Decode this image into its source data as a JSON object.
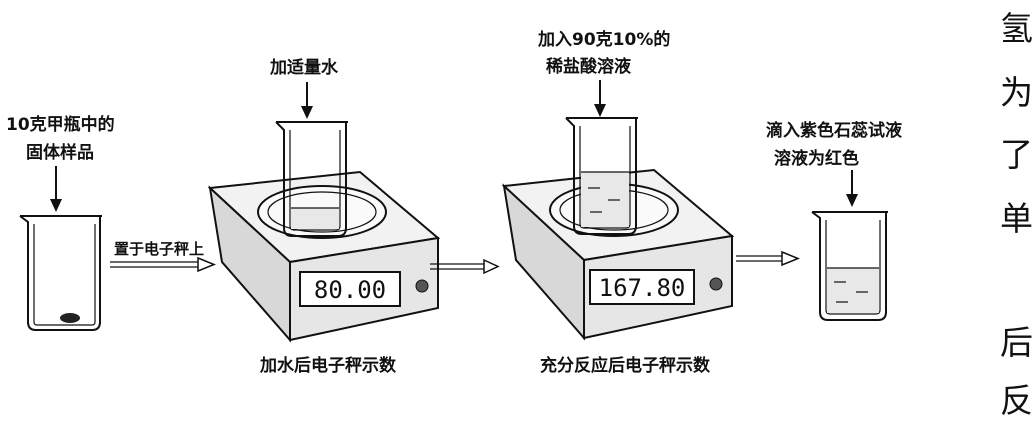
{
  "labels": {
    "step1_line1": "10克甲瓶中的",
    "step1_line2": "固体样品",
    "place_on_scale": "置于电子秤上",
    "add_water": "加适量水",
    "add_acid_line1": "加入90克10%的",
    "add_acid_line2": "稀盐酸溶液",
    "litmus_line1": "滴入紫色石蕊试液",
    "litmus_line2": "溶液为红色",
    "scale1_caption": "加水后电子秤示数",
    "scale2_caption": "充分反应后电子秤示数"
  },
  "readings": {
    "scale1": "80.00",
    "scale2": "167.80"
  },
  "side_text": [
    "氢",
    "为",
    "了",
    "单",
    "后",
    "反"
  ]
}
